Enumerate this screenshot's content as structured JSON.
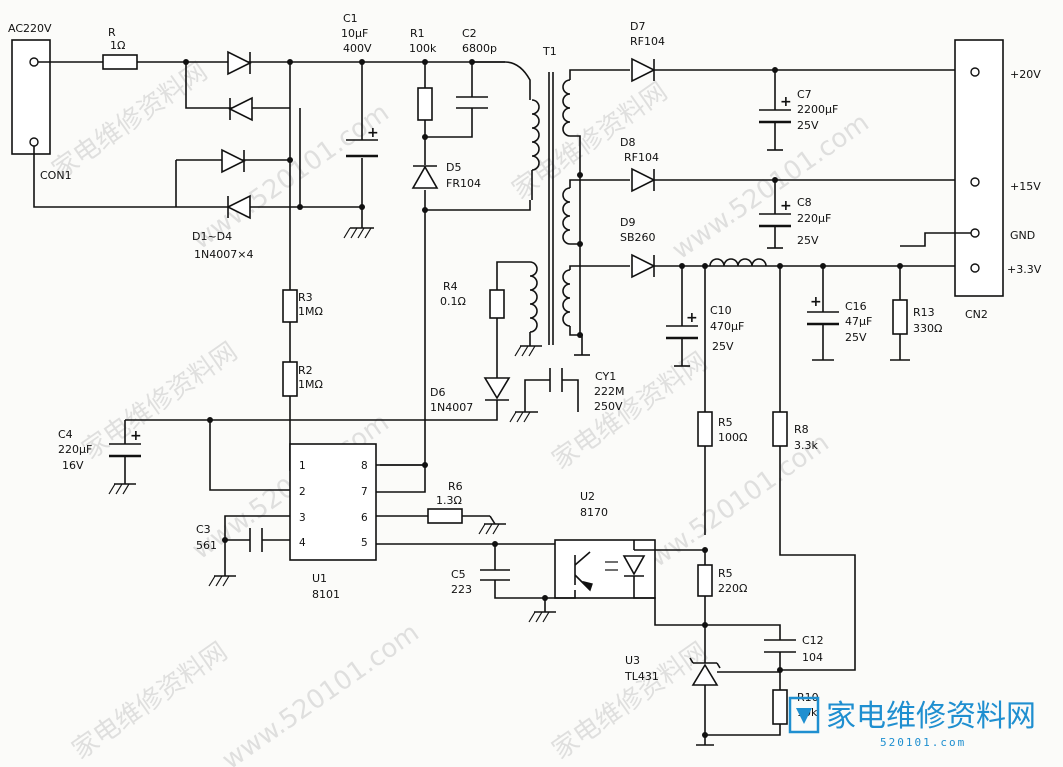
{
  "labels": {
    "con1_top": "AC220V",
    "con1_name": "CON1",
    "r_name": "R",
    "r_val": "1Ω",
    "c1_name": "C1",
    "c1_val": "10μF",
    "c1_volt": "400V",
    "r1_name": "R1",
    "r1_val": "100k",
    "c2_name": "C2",
    "c2_val": "6800p",
    "t1_name": "T1",
    "d5_name": "D5",
    "d5_val": "FR104",
    "d1d4_name": "D1~D4",
    "d1d4_val": "1N4007×4",
    "r3_name": "R3",
    "r3_val": "1MΩ",
    "r2_name": "R2",
    "r2_val": "1MΩ",
    "r4_name": "R4",
    "r4_val": "0.1Ω",
    "d6_name": "D6",
    "d6_val": "1N4007",
    "cy1_name": "CY1",
    "cy1_val": "222M",
    "cy1_volt": "250V",
    "c4_name": "C4",
    "c4_val": "220μF",
    "c4_volt": "16V",
    "c3_name": "C3",
    "c3_val": "561",
    "u1_name": "U1",
    "u1_val": "8101",
    "r6_name": "R6",
    "r6_val": "1.3Ω",
    "u2_name": "U2",
    "u2_val": "8170",
    "c5_name": "C5",
    "c5_val": "223",
    "d7_name": "D7",
    "d7_val": "RF104",
    "d8_name": "D8",
    "d8_val": "RF104",
    "d9_name": "D9",
    "d9_val": "SB260",
    "c7_name": "C7",
    "c7_val": "2200μF",
    "c7_volt": "25V",
    "c8_name": "C8",
    "c8_val": "220μF",
    "c8_volt": "25V",
    "c10_name": "C10",
    "c10_val": "470μF",
    "c10_volt": "25V",
    "c16_name": "C16",
    "c16_val": "47μF",
    "c16_volt": "25V",
    "r13_name": "R13",
    "r13_val": "330Ω",
    "r5a_name": "R5",
    "r5a_val": "100Ω",
    "r8_name": "R8",
    "r8_val": "3.3k",
    "r5b_name": "R5",
    "r5b_val": "220Ω",
    "c12_name": "C12",
    "c12_val": "104",
    "u3_name": "U3",
    "u3_val": "TL431",
    "r10_name": "R10",
    "r10_val": "10k",
    "cn2_name": "CN2",
    "out_20v": "+20V",
    "out_15v": "+15V",
    "out_gnd": "GND",
    "out_33v": "+3.3V"
  },
  "u1_pins": [
    "1",
    "2",
    "3",
    "4",
    "5",
    "6",
    "7",
    "8"
  ],
  "watermark": {
    "cn": "家电维修资料网",
    "url": "www.520101.com",
    "logo": "家电维修资料网",
    "logo_sub": "520101.com"
  }
}
